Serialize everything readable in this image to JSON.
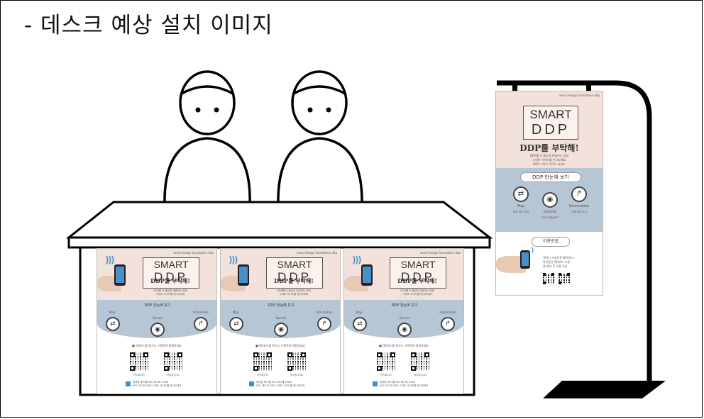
{
  "title": "- 데스크 예상 설치 이미지",
  "poster": {
    "brand": "seoul design foundation ddp",
    "smart": "SMART",
    "ddp": "DDP",
    "slogan": "DDP를 부탁해!",
    "intro_line1": "DDP를 더 즐겁게 관람하는 방법",
    "intro_line2": "스마트 가이드를 만나보세요",
    "intro_line3": "DDP 스마트 가이드 서비스",
    "band_label": "DDP 한눈에 보기",
    "icon1_label": "Map",
    "icon2_label": "Docent",
    "icon3_label": "Information",
    "icon1_desc": "DDP 지도 보기",
    "icon2_desc": "도슨트 해설 듣기",
    "icon3_desc": "이용 정보 보기",
    "how_label": "이용방법",
    "qr_hint": "■ QR코드를 찍거나 스캔하여 체험하세요",
    "qr1_label": "안드로이드",
    "qr2_label": "아이폰(iOS)",
    "nfc_line1": "휴대폰 NFC를 켜고 태그해 주세요",
    "nfc_line2": "NFC 태그로 DDP 스마트 가이드를 만나보세요",
    "how_line1": "갤럭시 스마트폰 NFC태그",
    "how_line2": "아이폰은 QR코드 스캔",
    "how_line3": "앱 설치 후 이용 가능"
  },
  "colors": {
    "poster_top": "#f3e2db",
    "poster_band": "#b6c6d4",
    "desk_top": "#ffffff",
    "stand": "#000000"
  }
}
